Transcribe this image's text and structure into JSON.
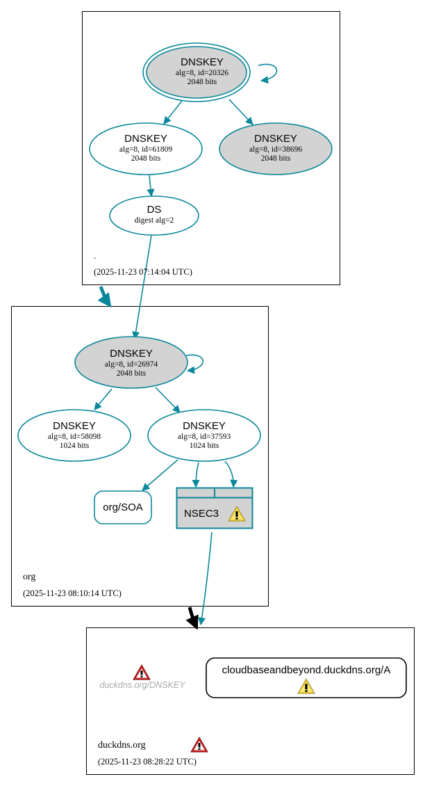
{
  "colors": {
    "teal": "#0a879a",
    "gray_fill": "#d3d3d3",
    "black": "#000000",
    "warn_red": "#cc2222",
    "warn_yellow": "#f4d21f",
    "italic_gray": "#aaaaaa"
  },
  "zones": {
    "root": {
      "name": ".",
      "timestamp": "(2025-11-23 07:14:04 UTC)"
    },
    "org": {
      "name": "org",
      "timestamp": "(2025-11-23 08:10:14 UTC)"
    },
    "duckdns": {
      "name": "duckdns.org",
      "timestamp": "(2025-11-23 08:28:22 UTC)",
      "icon": "error-icon"
    }
  },
  "nodes": {
    "root_ksk": {
      "title": "DNSKEY",
      "line1": "alg=8, id=20326",
      "line2": "2048 bits"
    },
    "root_zsk1": {
      "title": "DNSKEY",
      "line1": "alg=8, id=61809",
      "line2": "2048 bits"
    },
    "root_zsk2": {
      "title": "DNSKEY",
      "line1": "alg=8, id=38696",
      "line2": "2048 bits"
    },
    "root_ds": {
      "title": "DS",
      "line1": "digest alg=2"
    },
    "org_ksk": {
      "title": "DNSKEY",
      "line1": "alg=8, id=26974",
      "line2": "2048 bits"
    },
    "org_zsk1": {
      "title": "DNSKEY",
      "line1": "alg=8, id=58098",
      "line2": "1024 bits"
    },
    "org_zsk2": {
      "title": "DNSKEY",
      "line1": "alg=8, id=37593",
      "line2": "1024 bits"
    },
    "org_soa": {
      "title": "org/SOA"
    },
    "org_nsec3": {
      "title": "NSEC3",
      "icon": "warning-icon"
    },
    "duck_dnskey": {
      "title": "duckdns.org/DNSKEY",
      "icon": "error-icon"
    },
    "duck_a": {
      "title": "cloudbaseandbeyond.duckdns.org/A",
      "icon": "warning-icon"
    }
  }
}
